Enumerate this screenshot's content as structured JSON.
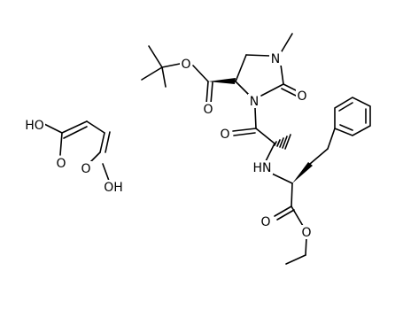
{
  "structure": {
    "atom_labels": {
      "o_tbu": "O",
      "o_carbonyl1": "O",
      "n_ring_top": "N",
      "n_ring_bottom": "N",
      "o_urea": "O",
      "o_amide": "O",
      "nh": "HN",
      "o_ester_carbonyl": "O",
      "o_ester": "O",
      "maleic_oh1": "HO",
      "maleic_o1": "O",
      "maleic_o2": "O",
      "maleic_oh2": "OH"
    }
  },
  "colors": {
    "bond": "#000000",
    "text": "#000000",
    "background": "#ffffff"
  }
}
